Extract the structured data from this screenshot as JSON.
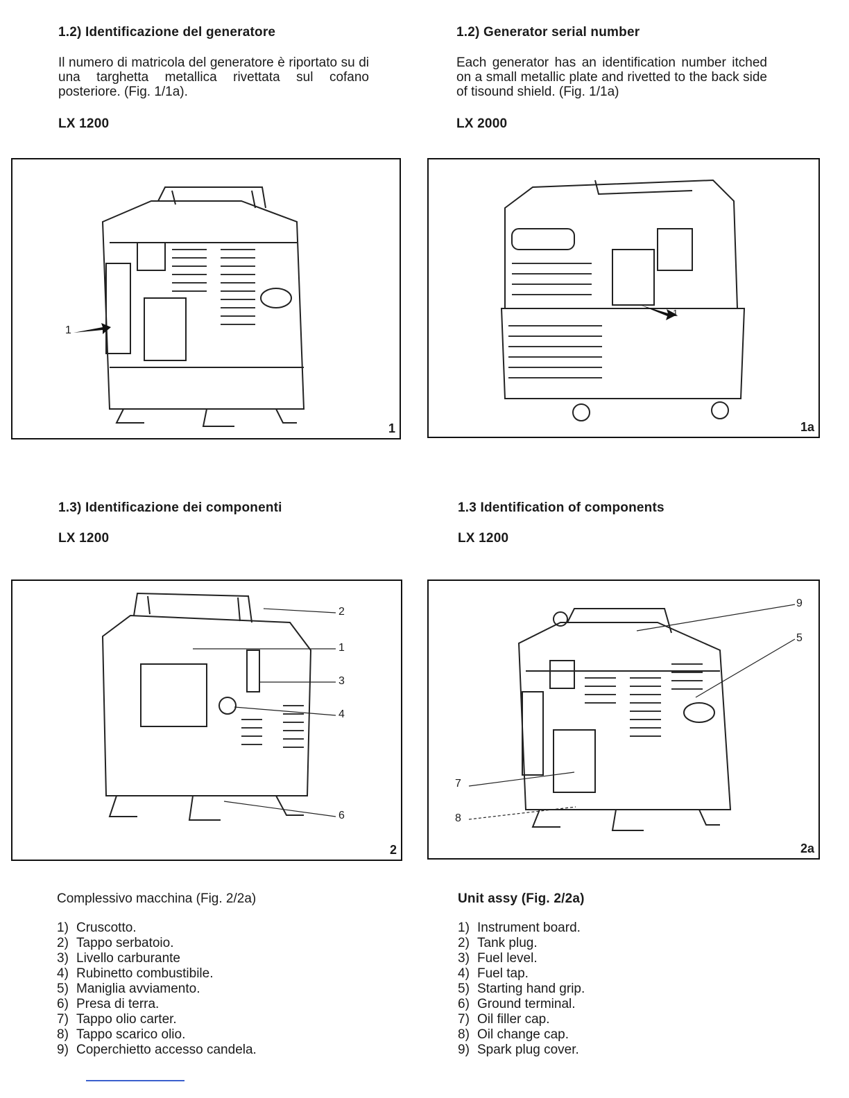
{
  "left_top": {
    "heading": "1.2) Identificazione del generatore",
    "paragraph": "Il numero di matricola del generatore è riportato su di una targhetta metallica rivettata sul cofano posteriore. (Fig. 1/1a).",
    "model": "LX 1200"
  },
  "right_top": {
    "heading": "1.2) Generator serial number",
    "paragraph": "Each generator has an identification number itched on a small metallic plate and rivetted to the back side of tisound shield. (Fig. 1/1a)",
    "model": "LX 2000"
  },
  "fig1": {
    "number": "1",
    "callout": "1"
  },
  "fig1a": {
    "number": "1a",
    "callout": "1"
  },
  "left_mid": {
    "heading": "1.3) Identificazione dei componenti",
    "model": "LX 1200"
  },
  "right_mid": {
    "heading": "1.3 Identification of components",
    "model": "LX 1200"
  },
  "fig2": {
    "number": "2",
    "callouts": [
      "2",
      "1",
      "3",
      "4",
      "6"
    ]
  },
  "fig2a": {
    "number": "2a",
    "callouts": [
      "9",
      "5",
      "7",
      "8"
    ]
  },
  "left_bottom": {
    "title": "Complessivo macchina (Fig. 2/2a)",
    "items": [
      {
        "n": "1)",
        "t": "Cruscotto."
      },
      {
        "n": "2)",
        "t": "Tappo serbatoio."
      },
      {
        "n": "3)",
        "t": "Livello carburante"
      },
      {
        "n": "4)",
        "t": "Rubinetto combustibile."
      },
      {
        "n": "5)",
        "t": "Maniglia avviamento."
      },
      {
        "n": "6)",
        "t": "Presa di terra."
      },
      {
        "n": "7)",
        "t": "Tappo olio carter."
      },
      {
        "n": "8)",
        "t": "Tappo scarico olio."
      },
      {
        "n": "9)",
        "t": "Coperchietto accesso candela."
      }
    ]
  },
  "right_bottom": {
    "title": "Unit assy (Fig. 2/2a)",
    "items": [
      {
        "n": "1)",
        "t": "Instrument board."
      },
      {
        "n": "2)",
        "t": "Tank plug."
      },
      {
        "n": "3)",
        "t": "Fuel level."
      },
      {
        "n": "4)",
        "t": "Fuel tap."
      },
      {
        "n": "5)",
        "t": "Starting hand grip."
      },
      {
        "n": "6)",
        "t": "Ground terminal."
      },
      {
        "n": "7)",
        "t": "Oil filler cap."
      },
      {
        "n": "8)",
        "t": "Oil change cap."
      },
      {
        "n": "9)",
        "t": "Spark plug cover."
      }
    ]
  },
  "colors": {
    "ink": "#1a1a1a",
    "footer_rule": "#3a5fcd"
  }
}
